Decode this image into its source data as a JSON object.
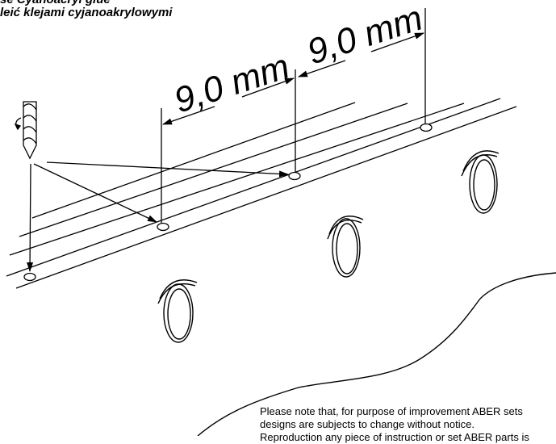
{
  "header": {
    "line1": "se Cyanoacryl glue",
    "line2": "leić klejami cyjanoakrylowymi"
  },
  "dimensions": {
    "left": "9,0 mm",
    "right": "9,0 mm"
  },
  "note": {
    "line1": "Please note that, for purpose of improvement ABER sets",
    "line2": "designs are subjects to change without notice.",
    "line3": "Reproduction any piece of instruction or set ABER parts is"
  }
}
